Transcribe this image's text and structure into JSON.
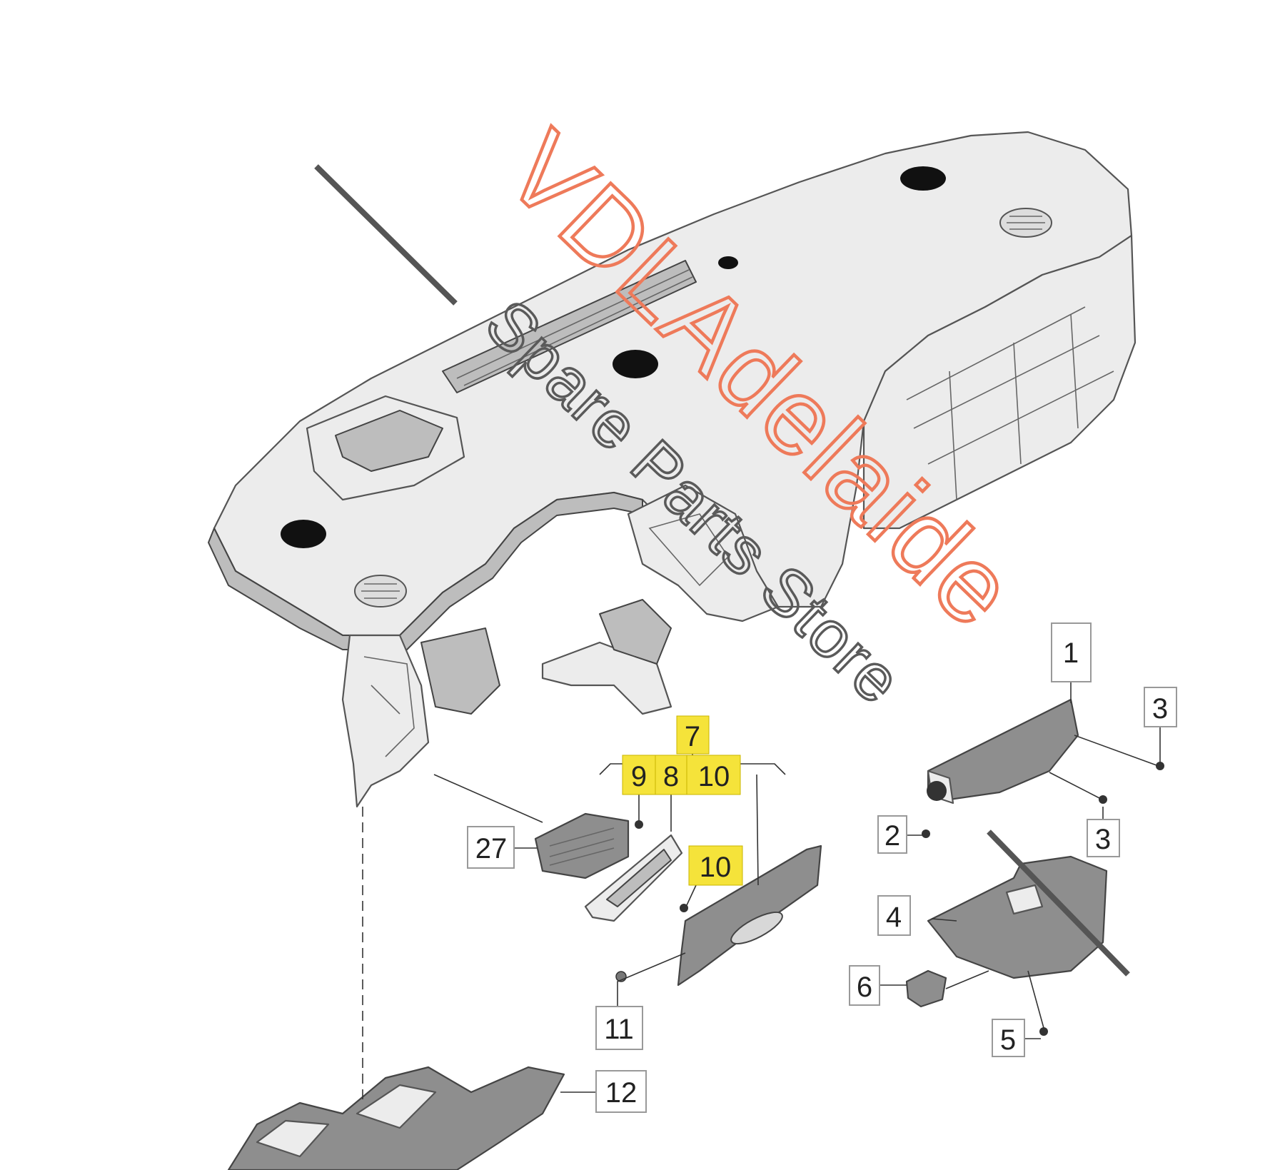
{
  "watermark": {
    "brand": "VDLAdelaide",
    "tagline": "Spare Parts Store",
    "color": "#ee7a5a",
    "tagline_color": "#5a5a5a"
  },
  "highlight_color": "#f5e33a",
  "callouts": [
    {
      "id": "c1",
      "label": "1",
      "highlighted": false
    },
    {
      "id": "c2",
      "label": "2",
      "highlighted": false
    },
    {
      "id": "c3a",
      "label": "3",
      "highlighted": false
    },
    {
      "id": "c3b",
      "label": "3",
      "highlighted": false
    },
    {
      "id": "c4",
      "label": "4",
      "highlighted": false
    },
    {
      "id": "c5",
      "label": "5",
      "highlighted": false
    },
    {
      "id": "c6",
      "label": "6",
      "highlighted": false
    },
    {
      "id": "c7",
      "label": "7",
      "highlighted": true
    },
    {
      "id": "c8",
      "label": "8",
      "highlighted": true
    },
    {
      "id": "c9",
      "label": "9",
      "highlighted": true
    },
    {
      "id": "c10a",
      "label": "10",
      "highlighted": true
    },
    {
      "id": "c10b",
      "label": "10",
      "highlighted": true
    },
    {
      "id": "c11",
      "label": "11",
      "highlighted": false
    },
    {
      "id": "c12",
      "label": "12",
      "highlighted": false
    },
    {
      "id": "c27",
      "label": "27",
      "highlighted": false
    }
  ]
}
